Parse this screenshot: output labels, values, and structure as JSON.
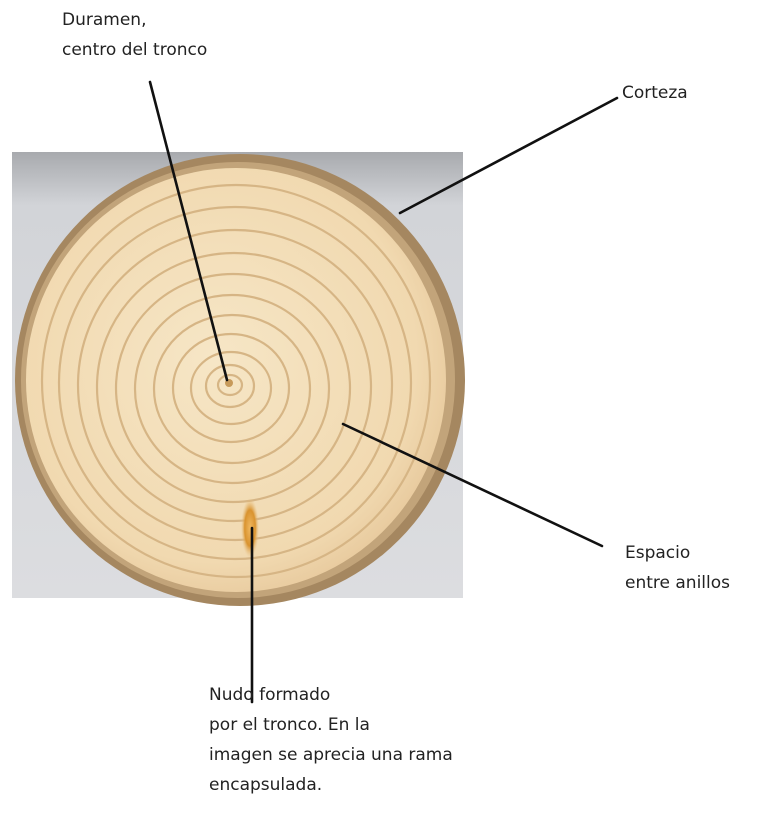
{
  "labels": {
    "duramen": {
      "lines": [
        "Duramen,",
        "centro del tronco"
      ]
    },
    "corteza": {
      "lines": [
        "Corteza"
      ]
    },
    "espacio": {
      "lines": [
        "Espacio",
        "entre anillos"
      ]
    },
    "nudo": {
      "lines": [
        "Nudo formado",
        "por el tronco. En la",
        "imagen se aprecia una rama",
        "encapsulada."
      ]
    }
  },
  "colors": {
    "backdrop": "#c9cbd0",
    "bark": "#a98a63",
    "wood": "#f2dcb5",
    "ring": "#d9b98a",
    "knot": "#d99a3a",
    "leader": "#111111"
  }
}
